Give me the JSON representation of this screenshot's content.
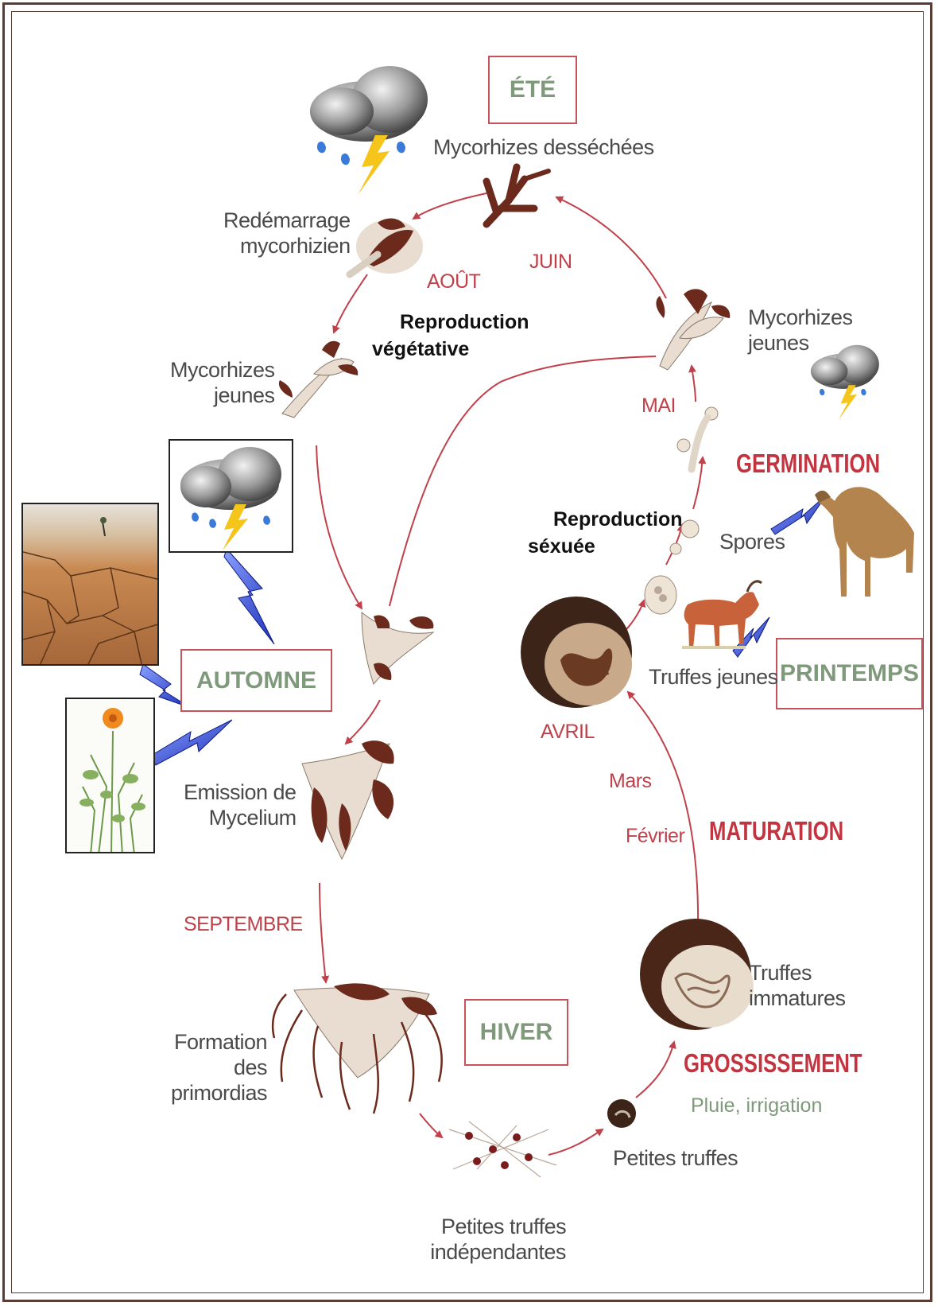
{
  "seasons": {
    "ete": "ÉTÉ",
    "automne": "AUTOMNE",
    "hiver": "HIVER",
    "printemps": "PRINTEMPS"
  },
  "months": {
    "juin": "JUIN",
    "aout": "AOÛT",
    "mai": "MAI",
    "avril": "AVRIL",
    "mars": "Mars",
    "fevrier": "Février",
    "septembre": "SEPTEMBRE"
  },
  "phases": {
    "germination": "GERMINATION",
    "maturation": "MATURATION",
    "grossissement": "GROSSISSEMENT",
    "grossissement_note": "Pluie, irrigation"
  },
  "reproduction": {
    "vegetative_line1": "Reproduction",
    "vegetative_line2": "végétative",
    "sexuee_line1": "Reproduction",
    "sexuee_line2": "séxuée"
  },
  "stages": {
    "mycorhizes_dessechees": "Mycorhizes desséchées",
    "redemarrage_1": "Redémarrage",
    "redemarrage_2": "mycorhizien",
    "mycorhizes_jeunes_left_1": "Mycorhizes",
    "mycorhizes_jeunes_left_2": "jeunes",
    "mycorhizes_jeunes_right_1": "Mycorhizes",
    "mycorhizes_jeunes_right_2": "jeunes",
    "emission_1": "Emission de",
    "emission_2": "Mycelium",
    "formation_1": "Formation",
    "formation_2": "des",
    "formation_3": "primordias",
    "petites_independantes_1": "Petites truffes",
    "petites_independantes_2": "indépendantes",
    "petites_truffes": "Petites truffes",
    "immatures_1": "Truffes",
    "immatures_2": "immatures",
    "truffes_jeunes": "Truffes jeunes",
    "spores": "Spores"
  },
  "colors": {
    "arrow": "#c0414a",
    "season_text": "#7f9a7b",
    "phase_text": "#c23540",
    "fungus": "#6b2a1c",
    "fungus_light": "#e8ddd0"
  },
  "icons": [
    "storm-cloud-icon",
    "lightning-bolt-icon",
    "camel-icon",
    "goat-icon",
    "cracked-soil-image",
    "flower-image"
  ]
}
